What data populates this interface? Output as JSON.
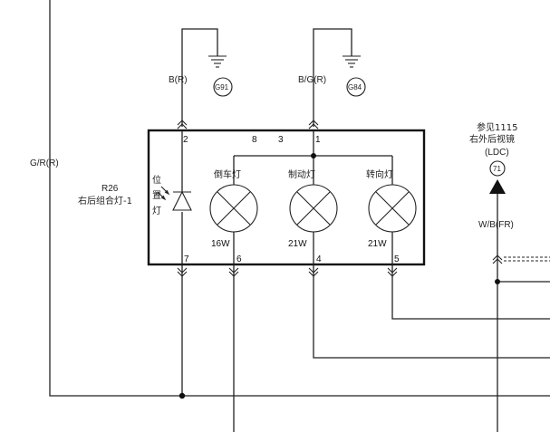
{
  "labels": {
    "wire_left": "G/R(R)",
    "wire_g91": "B(R)",
    "ground_g91": "G91",
    "wire_g84": "B/G(R)",
    "ground_g84": "G84",
    "component_id": "R26",
    "component_name": "右后组合灯-1",
    "position_lamp_1": "位",
    "position_lamp_2": "置",
    "position_lamp_3": "灯",
    "reverse_lamp": "倒车灯",
    "brake_lamp": "制动灯",
    "turn_lamp": "转向灯",
    "watt_reverse": "16W",
    "watt_brake": "21W",
    "watt_turn": "21W",
    "pin_2": "2",
    "pin_8": "8",
    "pin_3": "3",
    "pin_1": "1",
    "pin_7": "7",
    "pin_6": "6",
    "pin_4": "4",
    "pin_5": "5",
    "ref_line1": "参见1115",
    "ref_line2": "右外后视镜",
    "ref_line3": "(LDC)",
    "ref_circle": "71",
    "wire_right": "W/B(FR)"
  }
}
